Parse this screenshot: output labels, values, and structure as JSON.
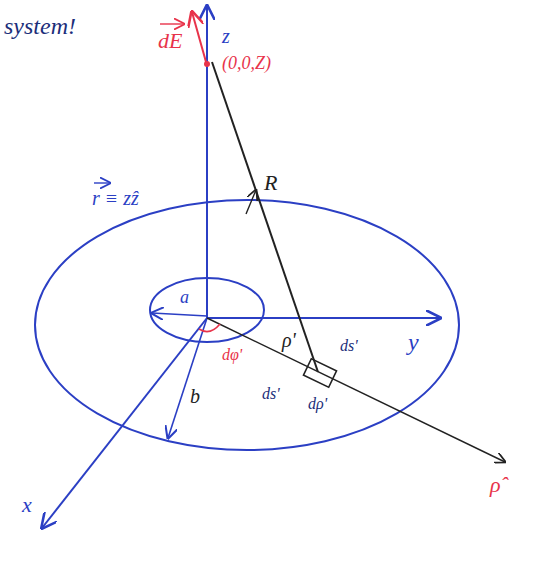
{
  "diagram": {
    "labels": [
      "system!",
      "z",
      "(0,0,Z)",
      "dE",
      "R",
      "r ≡ zẑ",
      "a",
      "b",
      "ρ'",
      "ds'",
      "ds'",
      "dρ'",
      "dφ'",
      "ρ̂",
      "x",
      "y"
    ]
  }
}
